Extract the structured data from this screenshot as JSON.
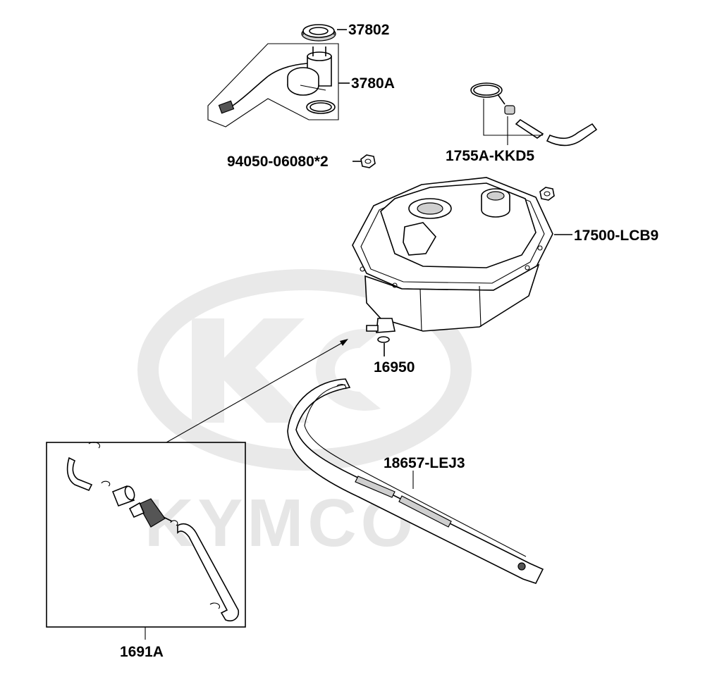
{
  "diagram": {
    "watermark": "KYMCO",
    "parts": [
      {
        "key": "pump_cap",
        "code": "37802"
      },
      {
        "key": "fuel_pump",
        "code": "3780A"
      },
      {
        "key": "hose_set",
        "code": "1755A-KKD5"
      },
      {
        "key": "nut",
        "code": "94050-06080*2"
      },
      {
        "key": "fuel_tank",
        "code": "17500-LCB9"
      },
      {
        "key": "valve",
        "code": "16950"
      },
      {
        "key": "drain_tube",
        "code": "18657-LEJ3"
      },
      {
        "key": "filter_kit",
        "code": "1691A"
      }
    ]
  }
}
